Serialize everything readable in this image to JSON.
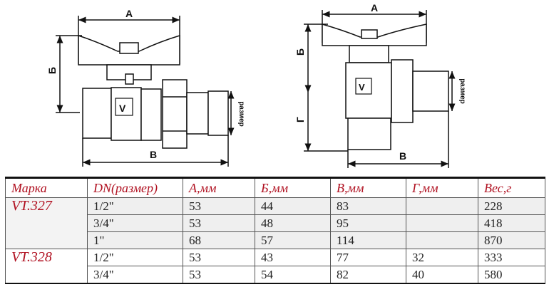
{
  "drawing_left": {
    "label_a": "A",
    "label_b": "Б",
    "label_v": "B",
    "label_size": "размер"
  },
  "drawing_right": {
    "label_a": "A",
    "label_b": "Б",
    "label_g": "Г",
    "label_v": "B",
    "label_size": "размер"
  },
  "table": {
    "headers": [
      "Марка",
      "DN(размер)",
      "А,мм",
      "Б,мм",
      "В,мм",
      "Г,мм",
      "Вес,г"
    ],
    "groups": [
      {
        "brand": "VT.327",
        "rows": [
          {
            "dn": "1/2\"",
            "a": "53",
            "b": "44",
            "v": "83",
            "g": "",
            "w": "228"
          },
          {
            "dn": "3/4\"",
            "a": "53",
            "b": "48",
            "v": "95",
            "g": "",
            "w": "418"
          },
          {
            "dn": "1\"",
            "a": "68",
            "b": "57",
            "v": "114",
            "g": "",
            "w": "870"
          }
        ]
      },
      {
        "brand": "VT.328",
        "rows": [
          {
            "dn": "1/2\"",
            "a": "53",
            "b": "43",
            "v": "77",
            "g": "32",
            "w": "333"
          },
          {
            "dn": "3/4\"",
            "a": "53",
            "b": "54",
            "v": "82",
            "g": "40",
            "w": "580"
          }
        ]
      }
    ]
  }
}
